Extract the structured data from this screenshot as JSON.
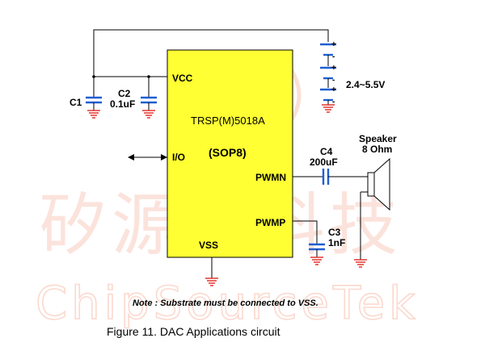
{
  "watermark": {
    "chinese": "矽源特科技",
    "english": "ChipSourceTek"
  },
  "chip": {
    "name": "TRSP(M)5018A",
    "package": "(SOP8)",
    "pins": {
      "vcc": "VCC",
      "io": "I/O",
      "pwmn": "PWMN",
      "pwmp": "PWMP",
      "vss": "VSS"
    },
    "fill_color": "#ffff33"
  },
  "components": {
    "c1": "C1",
    "c2": "C2",
    "c2_value": "0.1uF",
    "c3": "C3",
    "c3_value": "1nF",
    "c4": "C4",
    "c4_value": "200uF",
    "speaker": "Speaker",
    "speaker_value": "8 Ohm"
  },
  "supply": {
    "voltage": "2.4~5.5V",
    "plus": "+",
    "minus": "-"
  },
  "note": "Note : Substrate must be connected to VSS.",
  "caption": "Figure 11.  DAC Applications circuit"
}
